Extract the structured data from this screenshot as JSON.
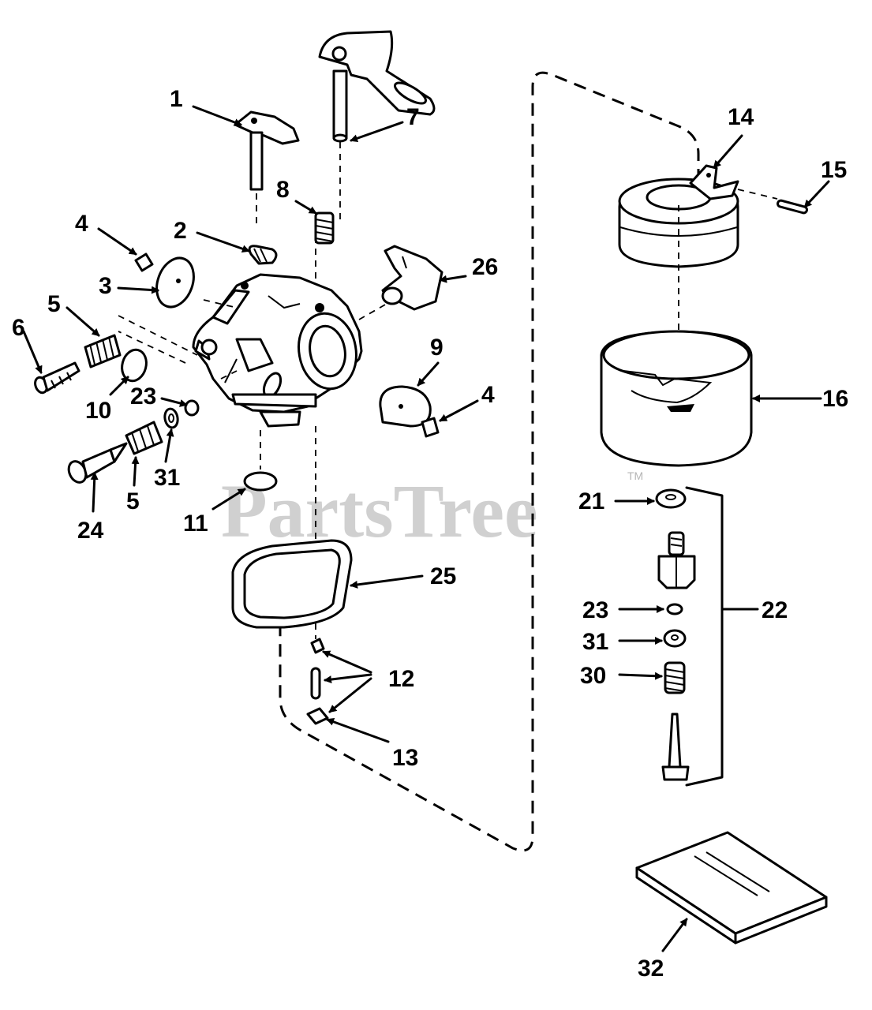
{
  "watermark": {
    "text": "PartsTree",
    "trademark": "TM"
  },
  "callouts": {
    "c1": "1",
    "c2": "2",
    "c3": "3",
    "c4a": "4",
    "c4b": "4",
    "c5a": "5",
    "c5b": "5",
    "c6": "6",
    "c7": "7",
    "c8": "8",
    "c9": "9",
    "c10": "10",
    "c11": "11",
    "c12": "12",
    "c13": "13",
    "c14": "14",
    "c15": "15",
    "c16": "16",
    "c21": "21",
    "c22": "22",
    "c23a": "23",
    "c23b": "23",
    "c24": "24",
    "c25": "25",
    "c26": "26",
    "c30": "30",
    "c31a": "31",
    "c31b": "31",
    "c32": "32"
  }
}
